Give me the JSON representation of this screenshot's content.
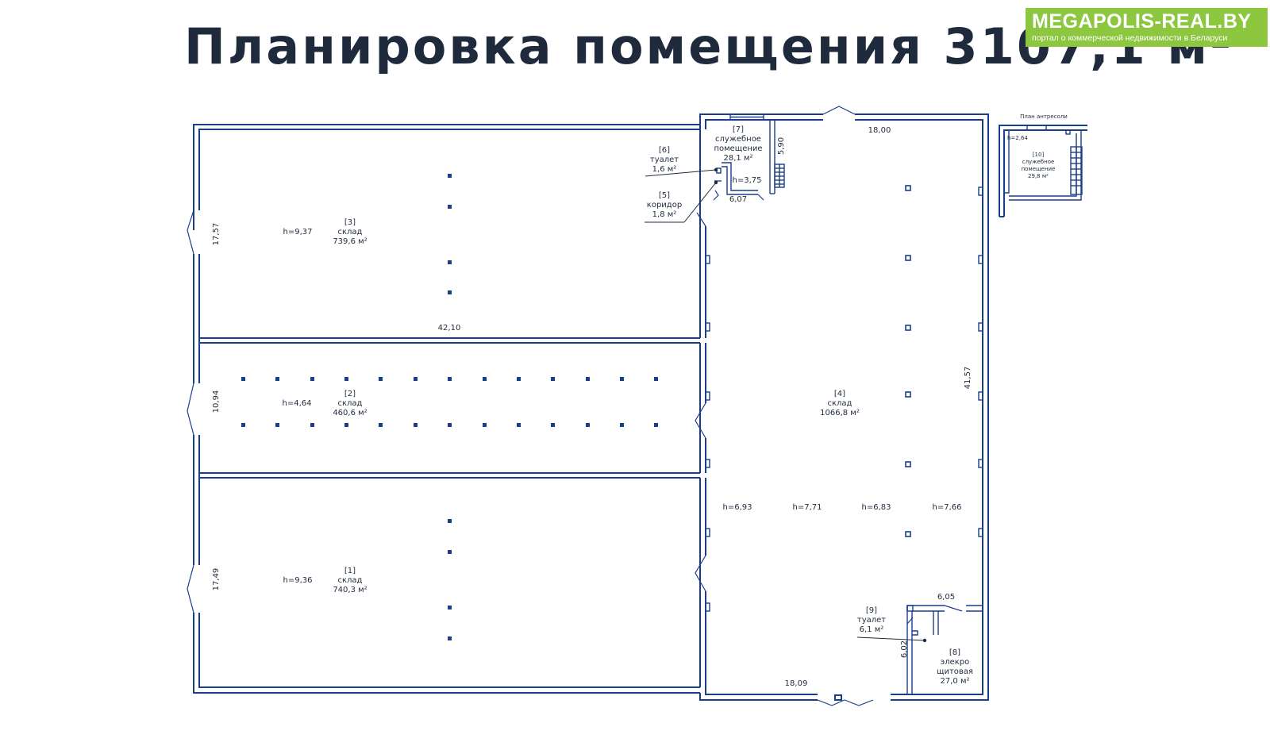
{
  "title": "Планировка помещения 3107,1 м²",
  "logo": {
    "brand": "MEGAPOLIS-REAL.BY",
    "tagline": "портал о коммерческой недвижимости в Беларуси",
    "color": "#8dc63f"
  },
  "colors": {
    "walls": "#1a3f8a",
    "text": "#1f2a3c",
    "background": "#ffffff"
  },
  "rooms": {
    "r1": {
      "num": "[1]",
      "name": "склад",
      "area": "740,3 м²",
      "height": "h=9,36"
    },
    "r2": {
      "num": "[2]",
      "name": "склад",
      "area": "460,6 м²",
      "height": "h=4,64"
    },
    "r3": {
      "num": "[3]",
      "name": "склад",
      "area": "739,6 м²",
      "height": "h=9,37"
    },
    "r4": {
      "num": "[4]",
      "name": "склад",
      "area": "1066,8 м²",
      "heights": [
        "h=6,93",
        "h=7,71",
        "h=6,83",
        "h=7,66"
      ]
    },
    "r5": {
      "num": "[5]",
      "name": "коридор",
      "area": "1,8 м²"
    },
    "r6": {
      "num": "[6]",
      "name": "туалет",
      "area": "1,6 м²"
    },
    "r7": {
      "num": "[7]",
      "name1": "служебное",
      "name2": "помещение",
      "area": "28,1 м²",
      "height": "h=3,75"
    },
    "r8": {
      "num": "[8]",
      "name1": "элекро",
      "name2": "щитовая",
      "area": "27,0 м²"
    },
    "r9": {
      "num": "[9]",
      "name": "туалет",
      "area": "6,1 м²"
    },
    "r10": {
      "num": "[10]",
      "name1": "служебное",
      "name2": "помещение",
      "area": "29,8 м²",
      "height": "h=2,64"
    }
  },
  "dimensions": {
    "d42_10": "42,10",
    "d17_57": "17,57",
    "d10_94": "10,94",
    "d17_49": "17,49",
    "d18_00": "18,00",
    "d18_09": "18,09",
    "d41_57": "41,57",
    "d6_07": "6,07",
    "d5_90": "5,90",
    "d6_05": "6,05",
    "d6_02": "6,02"
  },
  "mezzanine": {
    "title": "План антресоли"
  }
}
